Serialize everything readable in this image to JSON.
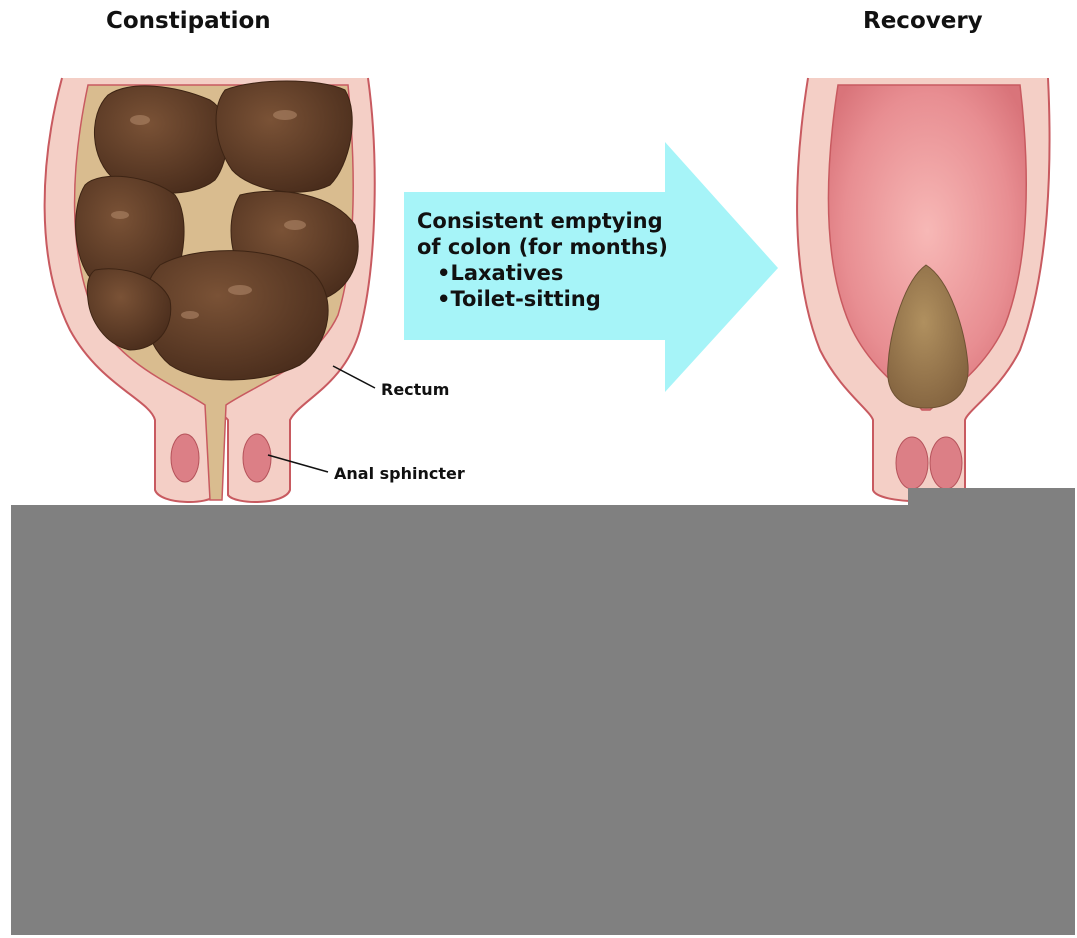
{
  "titles": {
    "left": "Constipation",
    "right": "Recovery"
  },
  "arrow": {
    "line1": "Consistent emptying",
    "line2": "of colon (for months)",
    "bullets": [
      "Laxatives",
      "Toilet-sitting"
    ],
    "color": "#a6f4f8"
  },
  "labels": {
    "rectum": "Rectum",
    "sphincter": "Anal sphincter"
  },
  "colors": {
    "wall": "#f4cfc6",
    "wall_stroke": "#c85a60",
    "lumen_tan": "#d9bc8f",
    "stool_dark": "#5b3a26",
    "recovery_lumen": "#e88e92",
    "stool_light": "#9c7a4f",
    "sphincter": "#dc7f86",
    "overlay": "#808080"
  }
}
